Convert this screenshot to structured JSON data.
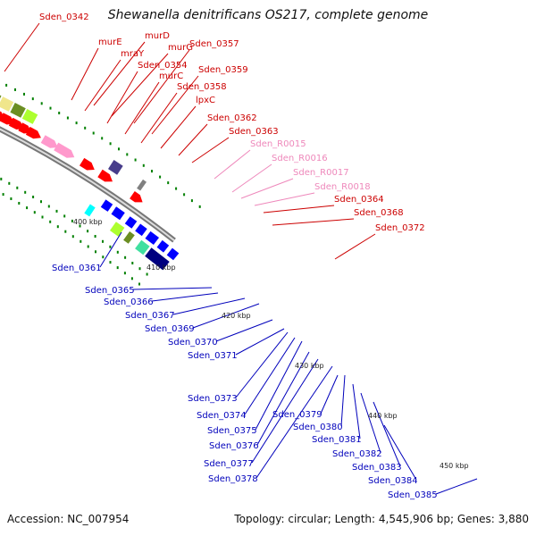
{
  "title": "Shewanella denitrificans OS217, complete genome",
  "footer": {
    "accession": "Accession: NC_007954",
    "stats": "Topology: circular; Length: 4,545,906 bp; Genes: 3,880"
  },
  "ticks": [
    {
      "label": "400 kbp"
    },
    {
      "label": "410 kbp"
    },
    {
      "label": "420 kbp"
    },
    {
      "label": "430 kbp"
    },
    {
      "label": "440 kbp"
    },
    {
      "label": "450 kbp"
    }
  ],
  "genes_outer": [
    {
      "label": "Sden_0342",
      "color": "#cc0000"
    },
    {
      "label": "murE",
      "color": "#cc0000"
    },
    {
      "label": "murD",
      "color": "#cc0000"
    },
    {
      "label": "mraY",
      "color": "#cc0000"
    },
    {
      "label": "murG",
      "color": "#cc0000"
    },
    {
      "label": "Sden_0357",
      "color": "#cc0000"
    },
    {
      "label": "Sden_0354",
      "color": "#cc0000"
    },
    {
      "label": "murC",
      "color": "#cc0000"
    },
    {
      "label": "Sden_0359",
      "color": "#cc0000"
    },
    {
      "label": "Sden_0358",
      "color": "#cc0000"
    },
    {
      "label": "lpxC",
      "color": "#cc0000"
    },
    {
      "label": "Sden_0362",
      "color": "#cc0000"
    },
    {
      "label": "Sden_0363",
      "color": "#cc0000"
    },
    {
      "label": "Sden_R0015",
      "color": "#ee88bb"
    },
    {
      "label": "Sden_R0016",
      "color": "#ee88bb"
    },
    {
      "label": "Sden_R0017",
      "color": "#ee88bb"
    },
    {
      "label": "Sden_R0018",
      "color": "#ee88bb"
    },
    {
      "label": "Sden_0364",
      "color": "#cc0000"
    },
    {
      "label": "Sden_0368",
      "color": "#cc0000"
    },
    {
      "label": "Sden_0372",
      "color": "#cc0000"
    }
  ],
  "genes_inner": [
    {
      "label": "Sden_0361",
      "color": "#0000bb"
    },
    {
      "label": "Sden_0365",
      "color": "#0000bb"
    },
    {
      "label": "Sden_0366",
      "color": "#0000bb"
    },
    {
      "label": "Sden_0367",
      "color": "#0000bb"
    },
    {
      "label": "Sden_0369",
      "color": "#0000bb"
    },
    {
      "label": "Sden_0370",
      "color": "#0000bb"
    },
    {
      "label": "Sden_0371",
      "color": "#0000bb"
    },
    {
      "label": "Sden_0373",
      "color": "#0000bb"
    },
    {
      "label": "Sden_0374",
      "color": "#0000bb"
    },
    {
      "label": "Sden_0375",
      "color": "#0000bb"
    },
    {
      "label": "Sden_0376",
      "color": "#0000bb"
    },
    {
      "label": "Sden_0377",
      "color": "#0000bb"
    },
    {
      "label": "Sden_0378",
      "color": "#0000bb"
    },
    {
      "label": "Sden_0379",
      "color": "#0000bb"
    },
    {
      "label": "Sden_0380",
      "color": "#0000bb"
    },
    {
      "label": "Sden_0381",
      "color": "#0000bb"
    },
    {
      "label": "Sden_0382",
      "color": "#0000bb"
    },
    {
      "label": "Sden_0383",
      "color": "#0000bb"
    },
    {
      "label": "Sden_0384",
      "color": "#0000bb"
    },
    {
      "label": "Sden_0385",
      "color": "#0000bb"
    }
  ],
  "colors": {
    "backbone": "#888888",
    "forward_cds": "#ff0000",
    "reverse_cds": "#0000ff",
    "rrna": "#ff99cc",
    "cog_olive": "#6b8e23",
    "cog_khaki": "#f0e68c",
    "cog_lime": "#adff2f",
    "cog_cyan": "#00ffff",
    "cog_navy": "#000080",
    "cog_slate": "#483d8b",
    "cog_aquamarine": "#40e0a0",
    "cog_gray": "#808080",
    "gc_skew_dots": "#008000"
  }
}
